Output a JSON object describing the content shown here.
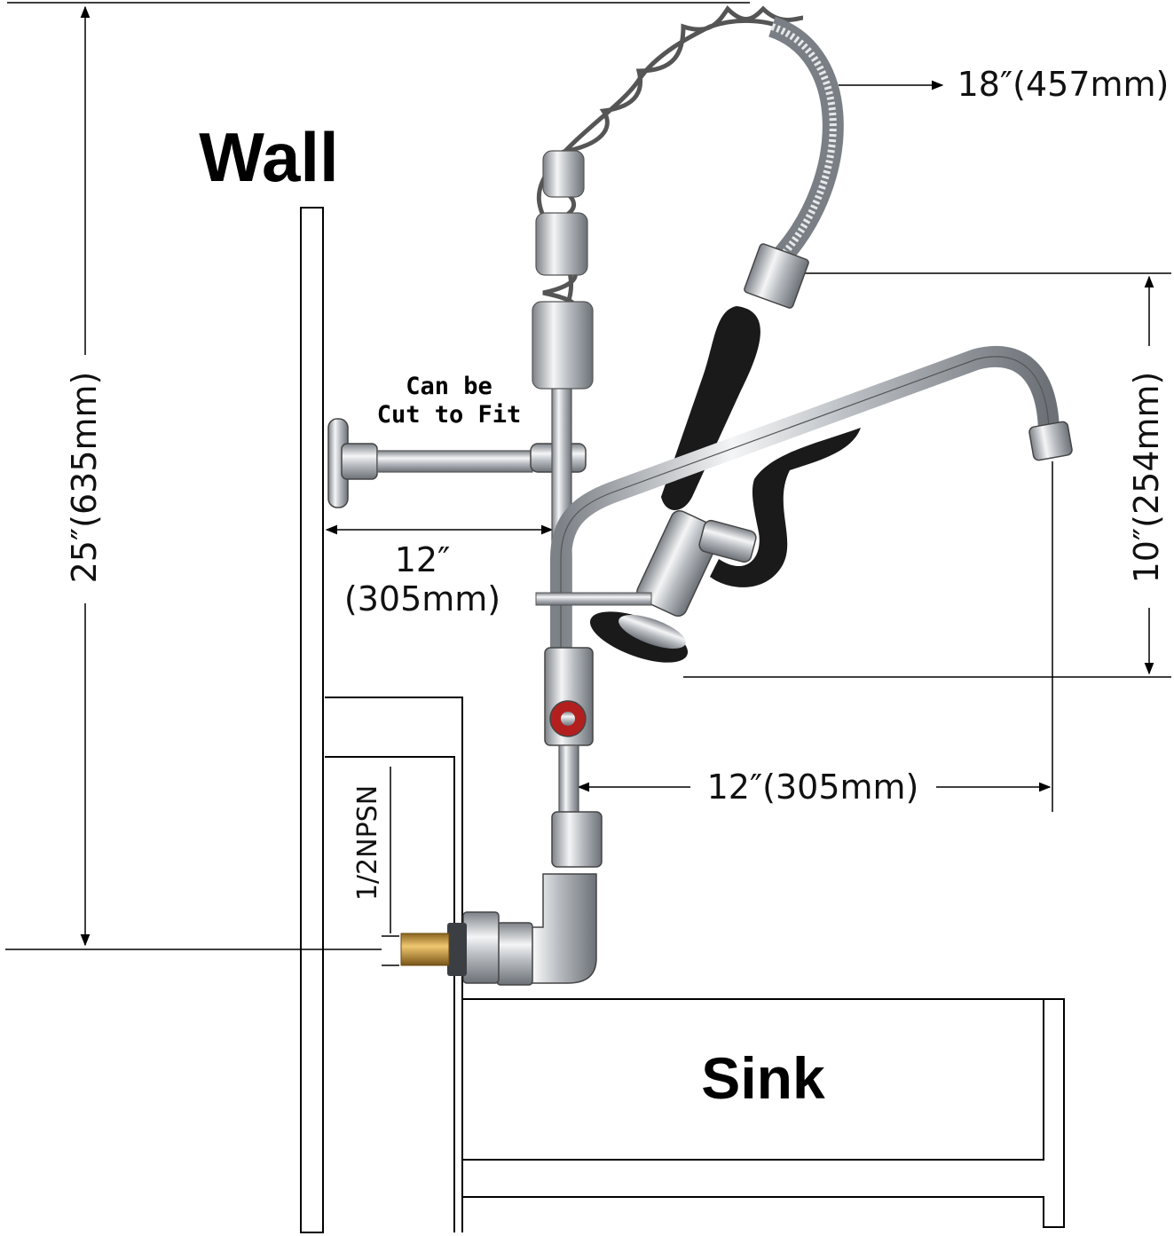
{
  "labels": {
    "wall": "Wall",
    "sink": "Sink",
    "cut_line1": "Can be",
    "cut_line2": "Cut to Fit",
    "npsn": "1/2NPSN"
  },
  "dimensions": {
    "total_height": "25″(635mm)",
    "hose_length": "18″(457mm)",
    "spray_height": "10″(254mm)",
    "arm_length_in": "12″",
    "arm_length_mm": "(305mm)",
    "spout_reach": "12″(305mm)"
  },
  "colors": {
    "chrome": "#c9ccd0",
    "rubber": "#1a1a1a",
    "handle_red": "#b31f1f",
    "brass": "#c99a3c"
  }
}
